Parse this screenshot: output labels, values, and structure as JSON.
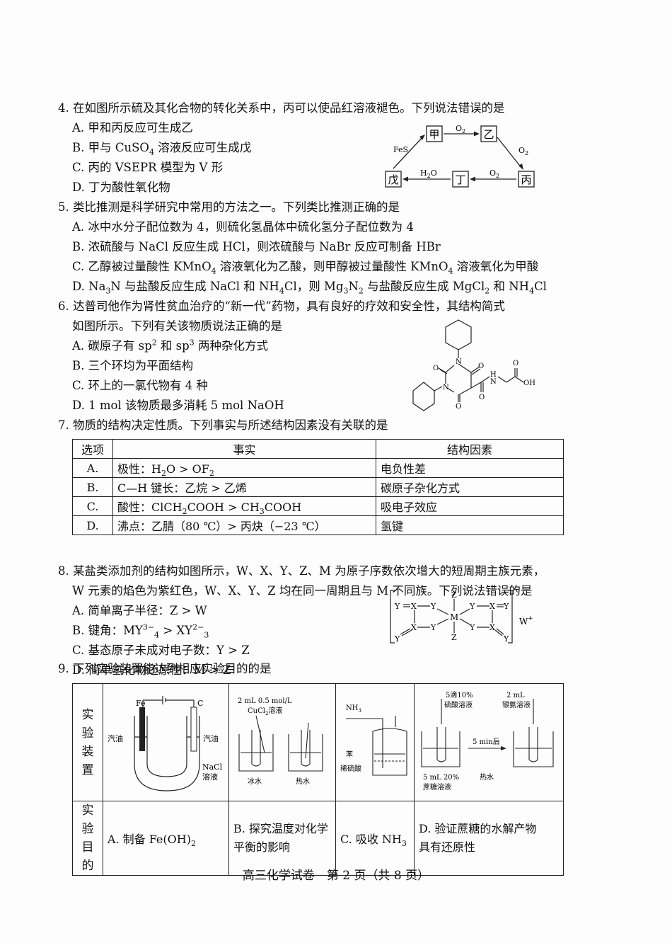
{
  "q4": {
    "stem": "4. 在如图所示硫及其化合物的转化关系中，丙可以使品红溶液褪色。下列说法错误的是",
    "options": [
      "A. 甲和丙反应可生成乙",
      "B. 甲与 CuSO",
      "C. 丙的 VSEPR 模型为 V 形",
      "D. 丁为酸性氧化物"
    ],
    "b_tail": " 溶液反应可生成戊",
    "diagram": {
      "jia": "甲",
      "yi": "乙",
      "bing": "丙",
      "ding": "丁",
      "wu": "戊",
      "o2": "O",
      "h2o": "H",
      "fes": "FeS",
      "two": "2"
    }
  },
  "q5": {
    "stem": "5. 类比推测是科学研究中常用的方法之一。下列类比推测正确的是",
    "a": "A. 冰中水分子配位数为 4，则硫化氢晶体中硫化氢分子配位数为 4",
    "b": "B. 浓硫酸与 NaCl 反应生成 HCl，则浓硫酸与 NaBr 反应可制备 HBr",
    "c1": "C. 乙醇被过量酸性 KMnO",
    "c2": " 溶液氧化为乙酸，则甲醇被过量酸性 KMnO",
    "c3": " 溶液氧化为甲酸",
    "d1": "D. Na",
    "d2": "N 与盐酸反应生成 NaCl 和 NH",
    "d3": "Cl，则 Mg",
    "d4": "N",
    "d5": " 与盐酸反应生成 MgCl",
    "d6": " 和 NH",
    "d7": "Cl"
  },
  "q6": {
    "stem1": "6. 达普司他作为肾性贫血治疗的“新一代”药物，具有良好的疗效和安全性，其结构简式",
    "stem2": "如图所示。下列有关该物质说法正确的是",
    "a1": "A. 碳原子有 sp",
    "a2": " 和 sp",
    "a3": " 两种杂化方式",
    "b": "B. 三个环均为平面结构",
    "c": "C. 环上的一氯代物有 4 种",
    "d": "D. 1 mol 该物质最多消耗 5 mol NaOH",
    "struct": {
      "o": "O",
      "n": "N",
      "h": "H",
      "oh": "OH"
    }
  },
  "q7": {
    "stem": "7. 物质的结构决定性质。下列事实与所述结构因素没有关联的是",
    "headers": [
      "选项",
      "事实",
      "结构因素"
    ],
    "rows": [
      {
        "opt": "A.",
        "fact": "极性：H",
        "factor": "电负性差"
      },
      {
        "opt": "B.",
        "fact": "C—H 键长：乙烷 > 乙烯",
        "factor": "碳原子杂化方式"
      },
      {
        "opt": "C.",
        "fact": "酸性：ClCH",
        "factor": "吸电子效应"
      },
      {
        "opt": "D.",
        "fact": "沸点：乙腈（80 ℃）> 丙炔（−23 ℃）",
        "factor": "氢键"
      }
    ],
    "a_mid": "O > OF",
    "c_mid": "COOH > CH",
    "c_end": "COOH"
  },
  "q8": {
    "stem1": "8. 某盐类添加剂的结构如图所示，W、X、Y、Z、M 为原子序数依次增大的短周期主族元素，",
    "stem2": "W 元素的焰色为紫红色，W、X、Y、Z 均在同一周期且与 M 不同族。下列说法错误的是",
    "a": "A. 简单离子半径：Z > W",
    "b1": "B. 键角：MY",
    "b2": " > XY",
    "c": "C. 基态原子未成对电子数：Y > Z",
    "d": "D. 简单氢化物还原性：M > Z",
    "struct": {
      "y": "Y",
      "x": "X",
      "m": "M",
      "z": "Z",
      "w": "W"
    }
  },
  "q9": {
    "stem": "9. 下列实验装置能达到相应实验目的的是",
    "row1_label": "实验装置",
    "row2_label": "实验目的",
    "a_fe": "Fe",
    "a_c": "C",
    "a_oil": "汽油",
    "a_nacl": "NaCl",
    "a_sol": "溶液",
    "b_top": "2 mL 0.5 mol/L",
    "b_cucl": "CuCl",
    "b_sol": "溶液",
    "b_ice": "冰水",
    "b_hot": "热水",
    "c_nh3": "NH",
    "c_ben": "苯",
    "c_acid": "稀硫酸",
    "d_drop": "5滴10%",
    "d_acid": "硫酸溶液",
    "d_2ml": "2 mL",
    "d_ag": "银氨溶液",
    "d_time": "5 min后",
    "d_suc1": "5 mL 20%",
    "d_suc2": "蔗糖溶液",
    "d_hot": "热水",
    "purpose_a": "A. 制备 Fe(OH)",
    "purpose_b1": "B. 探究温度对化学",
    "purpose_b2": "平衡的影响",
    "purpose_c": "C. 吸收 NH",
    "purpose_d1": "D. 验证蔗糖的水解产物",
    "purpose_d2": "具有还原性"
  },
  "footer": "高三化学试卷　第 2 页（共 8 页）",
  "sub": {
    "2": "2",
    "3": "3",
    "4": "4"
  },
  "sup": {
    "2": "2",
    "3": "3",
    "m3": "3−",
    "m2": "2−",
    "minus": "−",
    "plus": "+"
  }
}
